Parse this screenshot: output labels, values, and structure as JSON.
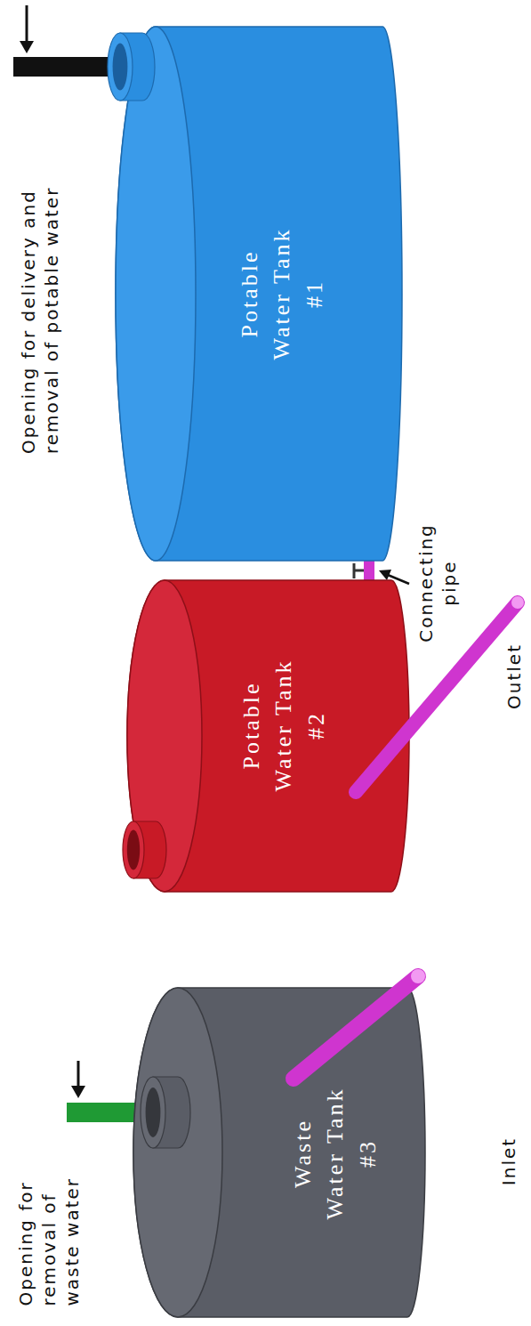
{
  "diagram": {
    "nodes": [
      {
        "text": [
          "Potable Water Tank #1"
        ]
      },
      {
        "text": [
          "Potable Water Tank #2"
        ]
      },
      {
        "text": [
          "Waste Water Tank #3"
        ]
      }
    ],
    "edges": [
      {
        "from": 0,
        "to": 1,
        "arrow": "none"
      }
    ],
    "labels": [
      "Opening for delivery and removal of potable water",
      "Connecting pipe",
      "Outlet",
      "Opening for removal of waste water",
      "Inlet"
    ]
  }
}
